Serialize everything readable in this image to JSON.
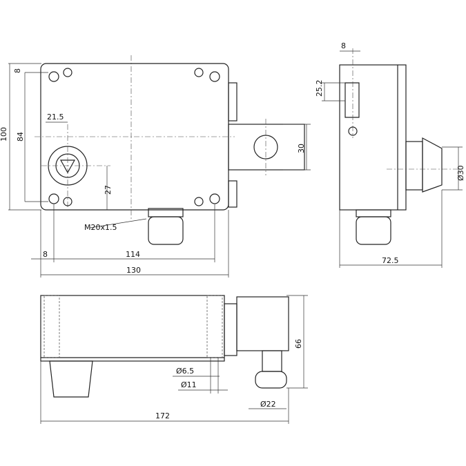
{
  "front_view": {
    "dim_top_hole_offset": "8",
    "dim_height": "100",
    "dim_hole_spacing_v": "84",
    "dim_actuator_x": "21.5",
    "dim_actuator_y": "27",
    "dim_shaft_height": "30",
    "thread_label": "M20x1.5",
    "dim_left_hole_offset": "8",
    "dim_hole_spacing_h": "114",
    "dim_width": "130"
  },
  "side_view": {
    "dim_slot_width": "8",
    "dim_slot_height": "25.2",
    "dim_knob_diameter": "Ø30",
    "dim_depth": "72.5"
  },
  "bottom_view": {
    "dim_hole_small": "Ø6.5",
    "dim_hole_large": "Ø11",
    "dim_height": "66",
    "dim_knob_diameter": "Ø22",
    "dim_total_width": "172"
  }
}
